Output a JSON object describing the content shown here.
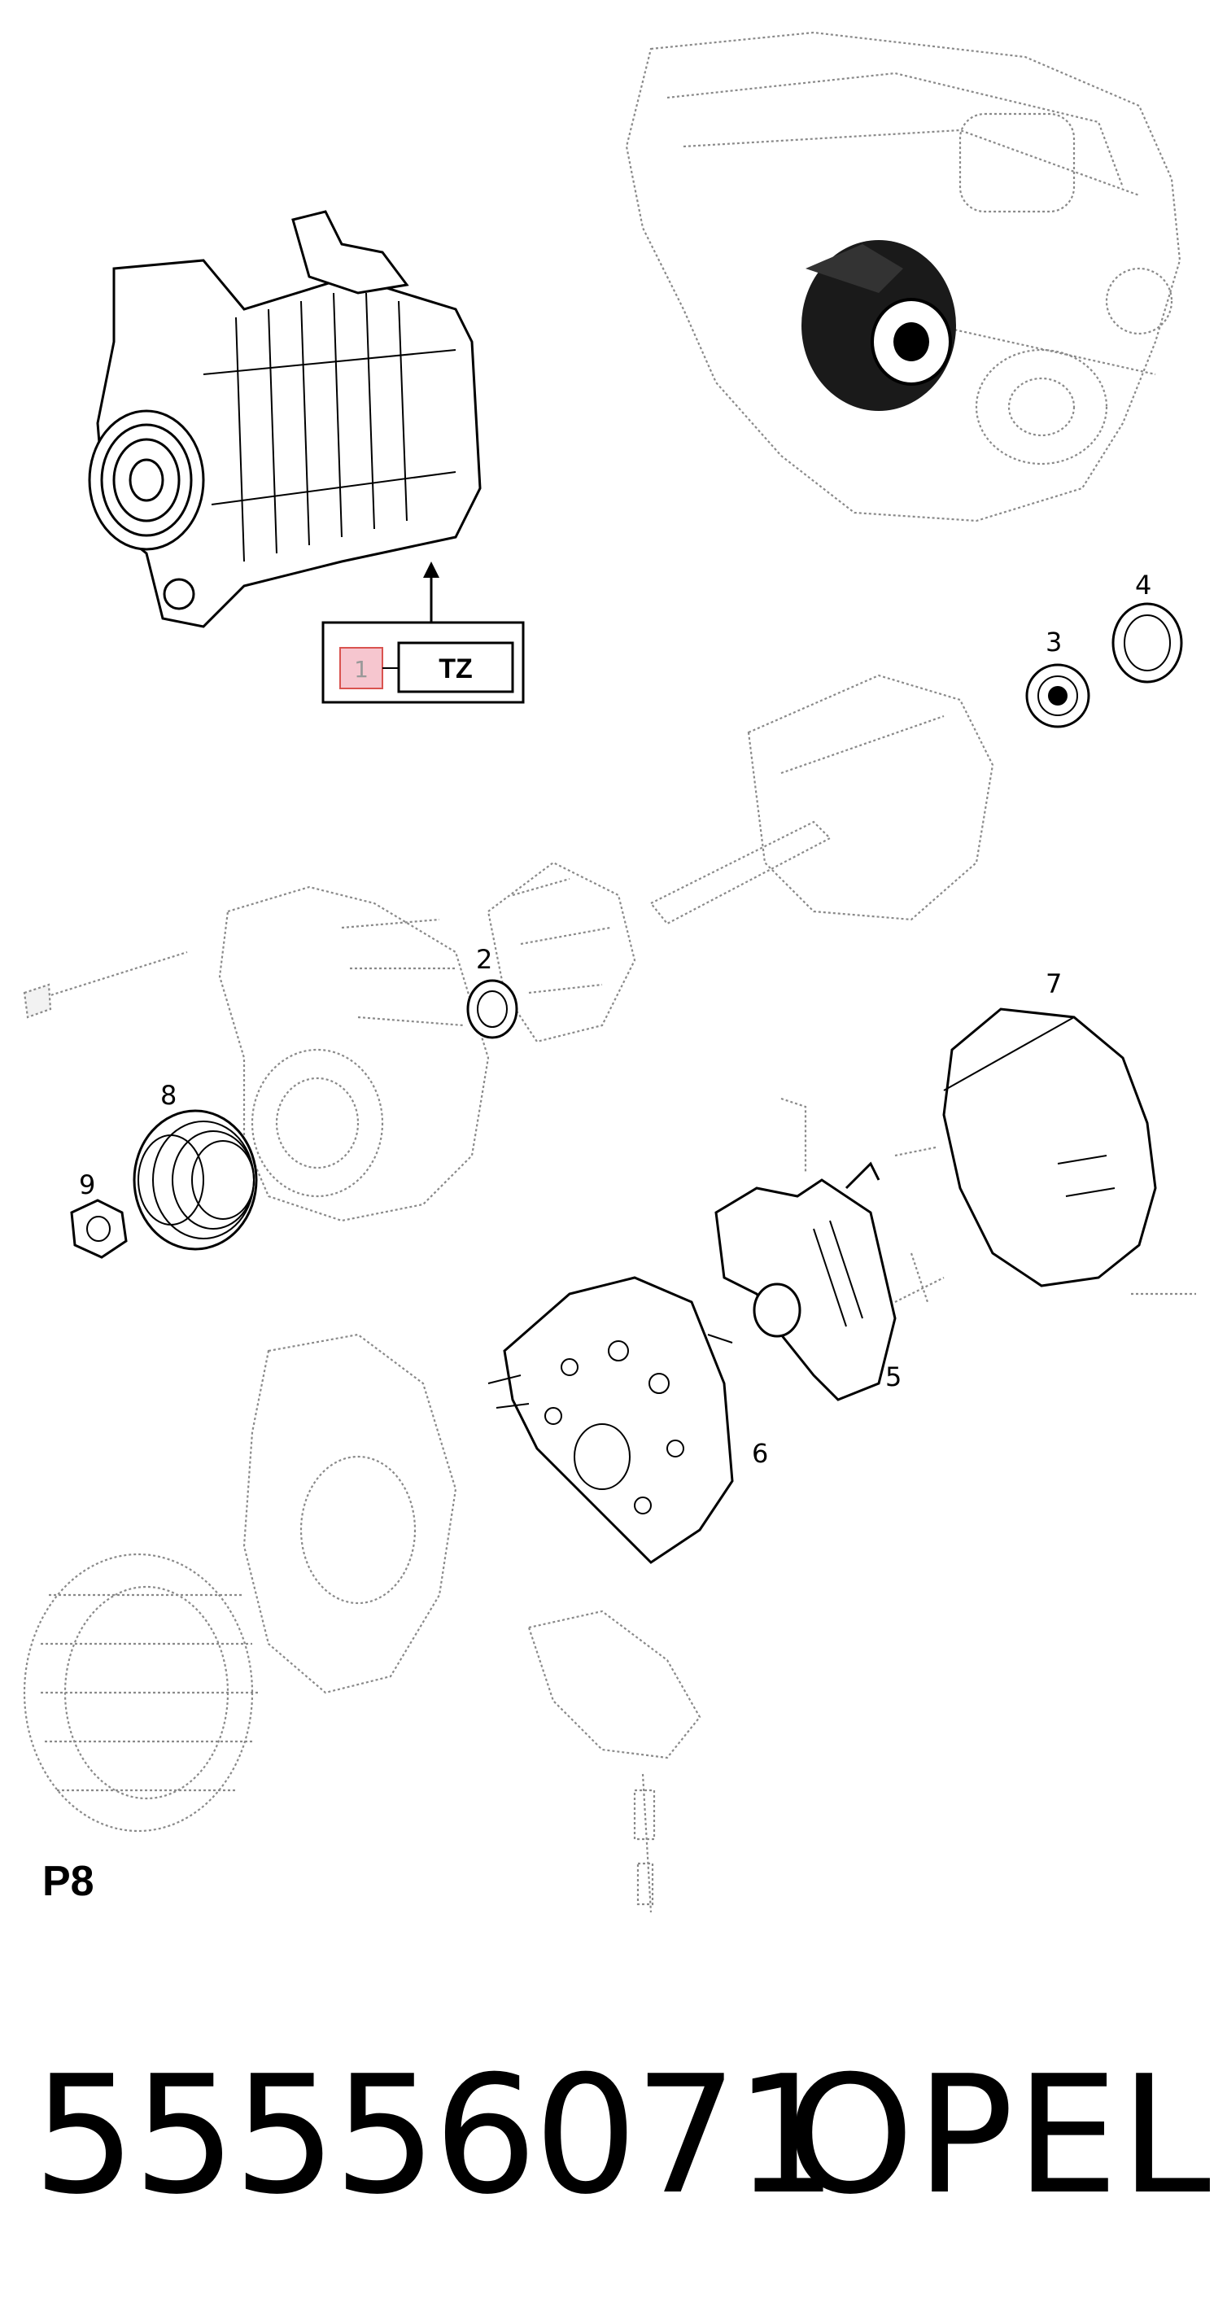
{
  "diagram": {
    "callout_box": {
      "item_label": "1",
      "code": "TZ"
    },
    "part_labels": [
      "2",
      "3",
      "4",
      "5",
      "6",
      "7",
      "8",
      "9"
    ]
  },
  "page_code": "P8",
  "footer": {
    "part_number": "55556071",
    "brand": "OPEL"
  },
  "colors": {
    "ink": "#000000",
    "ghost_line": "#8a8a8a",
    "callout_fill": "#f6c6cf",
    "callout_border": "#d9534f"
  }
}
